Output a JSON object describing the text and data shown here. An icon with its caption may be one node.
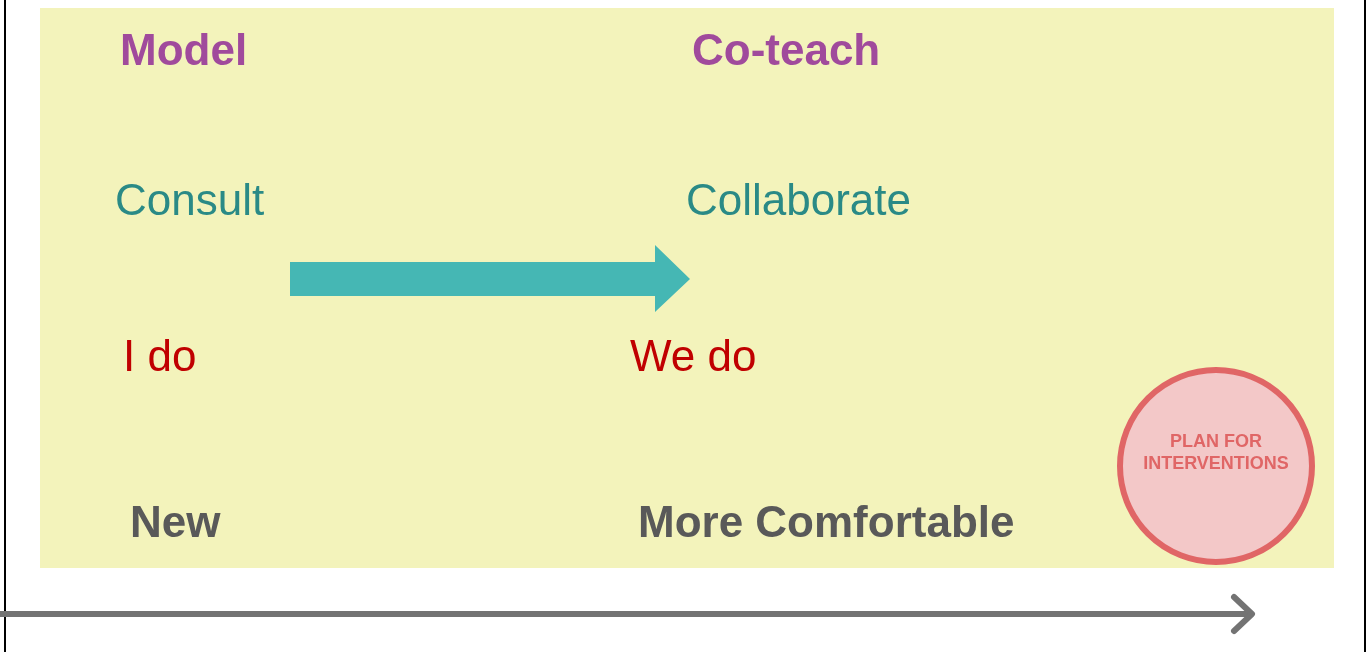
{
  "diagram": {
    "nodes": [
      {
        "text": [
          "PLAN FOR INTERVENTIONS"
        ]
      }
    ],
    "labels": [
      "Model",
      "Co-teach",
      "Consult",
      "Collaborate",
      "I do",
      "We do",
      "New",
      "More Comfortable"
    ]
  }
}
